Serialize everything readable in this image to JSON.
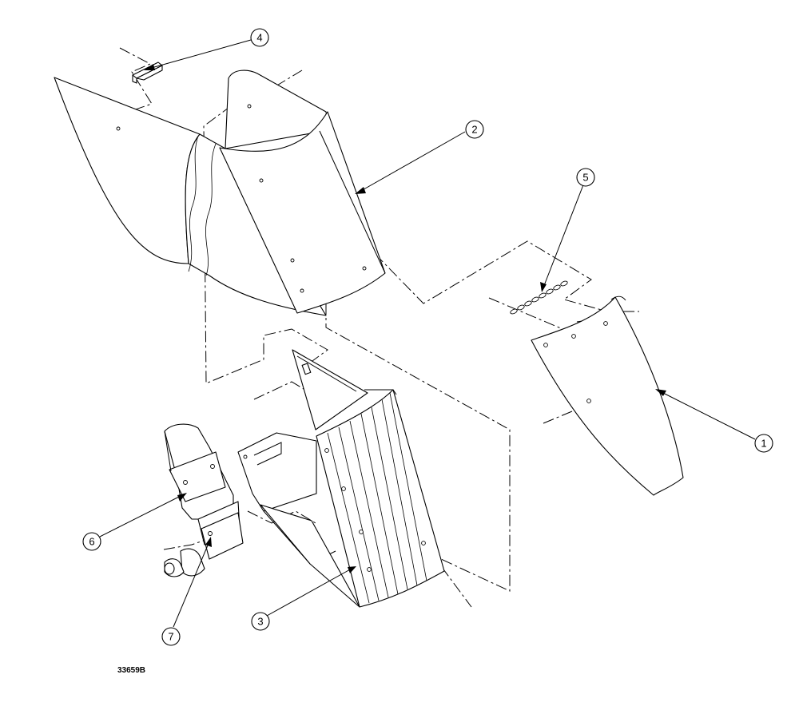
{
  "figure_id": "33659B",
  "callouts": [
    {
      "id": "callout-1",
      "label": "1"
    },
    {
      "id": "callout-2",
      "label": "2"
    },
    {
      "id": "callout-3",
      "label": "3"
    },
    {
      "id": "callout-4",
      "label": "4"
    },
    {
      "id": "callout-5",
      "label": "5"
    },
    {
      "id": "callout-6",
      "label": "6"
    },
    {
      "id": "callout-7",
      "label": "7"
    }
  ]
}
